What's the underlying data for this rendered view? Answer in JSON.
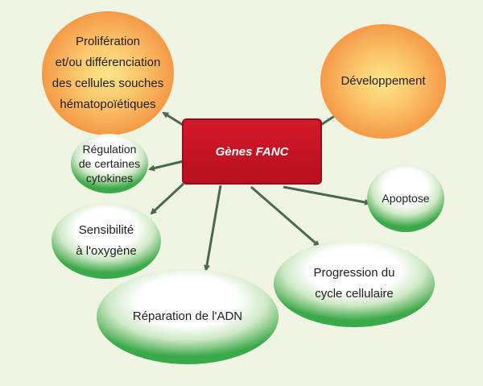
{
  "center": {
    "label": "Gènes FANC"
  },
  "nodes": {
    "proliferation": "Prolifération\net/ou différenciation\ndes cellules souches\nhématopoïétiques",
    "developpement": "Développement",
    "regulation": "Régulation\nde certaines\ncytokines",
    "apoptose": "Apoptose",
    "sensibilite": "Sensibilité\nà l'oxygène",
    "progression": "Progression du\ncycle cellulaire",
    "reparation": "Réparation de l'ADN"
  },
  "colors": {
    "background": "#f0f4e2",
    "center_box": "#c8142a",
    "arrow": "#4a6a50",
    "orange_node": "#f59a47",
    "green_node": "#3aa94a"
  }
}
